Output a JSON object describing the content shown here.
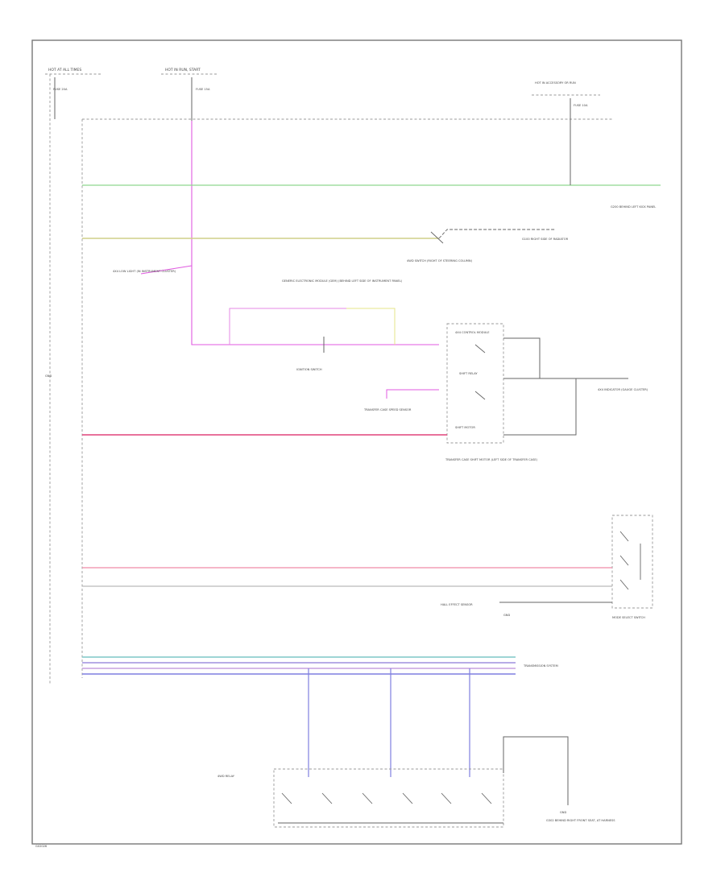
{
  "diagram": {
    "labels": {
      "hot_all_times_fuse": "HOT AT ALL TIMES",
      "hot_in_run_fuse": "HOT IN RUN, START",
      "hot_in_acc_fuse": "HOT IN ACCESSORY OR RUN",
      "fuse_a": "FUSE 20A",
      "fuse_b": "FUSE 15A",
      "fuse_c": "FUSE 10A",
      "gem_module": "GENERIC ELECTRONIC MODULE (GEM) (BEHIND LEFT SIDE OF INSTRUMENT PANEL)",
      "ignition_switch": "IGNITION SWITCH",
      "dome_lamp": "4X4 LOW LIGHT (IN INSTRUMENT CLUSTER)",
      "four_wd_switch": "4WD SWITCH (RIGHT OF STEERING COLUMN)",
      "g100": "G100 RIGHT SIDE OF RADIATOR",
      "g200": "G200 BEHIND LEFT KICK PANEL",
      "module_4x4": "4X4 CONTROL MODULE",
      "shift_motor": "SHIFT MOTOR",
      "transfer_case": "TRANSFER CASE SHIFT MOTOR (LEFT SIDE OF TRANSFER CASE)",
      "speed_sensor": "TRANSFER CASE SPEED SENSOR",
      "hall_sensor": "HALL EFFECT SENSOR",
      "mode_select": "MODE SELECT SWITCH",
      "g302": "G302 BEHIND RIGHT FRONT SEAT, AT HARNESS",
      "transmission": "TRANSMISSION SYSTEM",
      "fourwd_relay": "4WD RELAY",
      "gauge": "4X4 INDICATOR (GAUGE CLUSTER)",
      "shift_relay": "SHIFT RELAY",
      "gnd_a": "GND",
      "gnd_b": "GND",
      "gnd_c": "GND",
      "corner_code": "G02026"
    }
  }
}
